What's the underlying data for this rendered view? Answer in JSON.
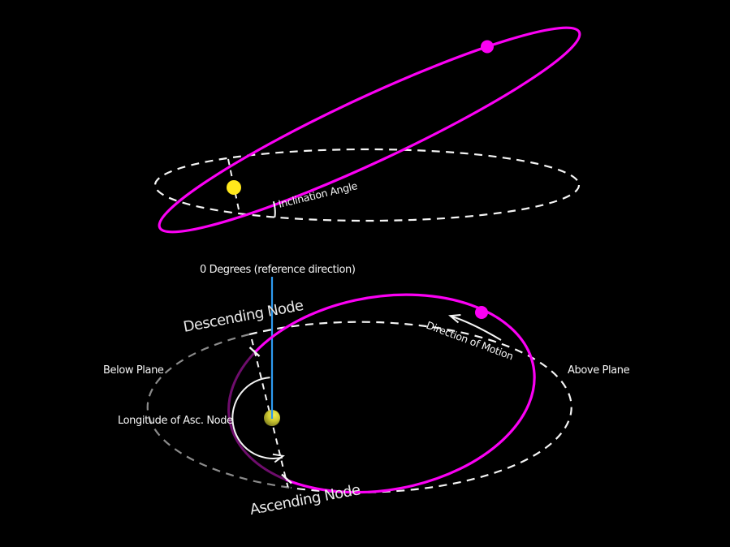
{
  "colors": {
    "background": "#000000",
    "magenta": "#fb00f4",
    "magenta_dark": "#6e0d6c",
    "blue": "#2e9af0",
    "yellow": "#ffe81c",
    "yellow_bright": "#f3ee4d",
    "yellow_mid": "#cfca32",
    "yellow_dark": "#6f6f1a",
    "white": "#f5f5f5",
    "gray": "#8b8b8b",
    "label_gray": "#e9e9e9"
  },
  "top_diagram": {
    "label_inclination": "Inclination Angle"
  },
  "bottom_diagram": {
    "label_reference": "0 Degrees (reference direction)",
    "label_descending_node": "Descending Node",
    "label_below_plane": "Below Plane",
    "label_longitude": "Longitude of Asc. Node",
    "label_above_plane": "Above Plane",
    "label_direction_of_motion": "Direction of Motion",
    "label_ascending_node": "Ascending Node"
  }
}
